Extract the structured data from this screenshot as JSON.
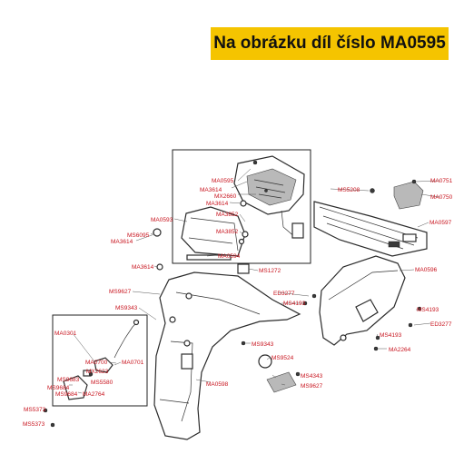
{
  "banner": {
    "text": "Na obrázku díl číslo MA0595",
    "color": "#f5c400"
  },
  "label_color": "#c8141e",
  "part_labels": [
    "MA0595",
    "MA3614",
    "MX2660",
    "MA3614",
    "MA0593",
    "MS6095",
    "MA3614",
    "MA3852",
    "MA3852",
    "MA0594",
    "MA3614",
    "MS1272",
    "MS9627",
    "MS9343",
    "MA0301",
    "MA0700",
    "MA0701",
    "MX2623",
    "MS9683",
    "MS5580",
    "MS9684",
    "MS9684",
    "MA2764",
    "MS5373",
    "MS5373",
    "MS9343",
    "MS9524",
    "MA0598",
    "MS4343",
    "MS9627",
    "MS5208",
    "MA0751",
    "MA0750",
    "MA0597",
    "MA0596",
    "ED3277",
    "MS4193",
    "MS4193",
    "ED3277",
    "MS4193",
    "MA2264"
  ]
}
